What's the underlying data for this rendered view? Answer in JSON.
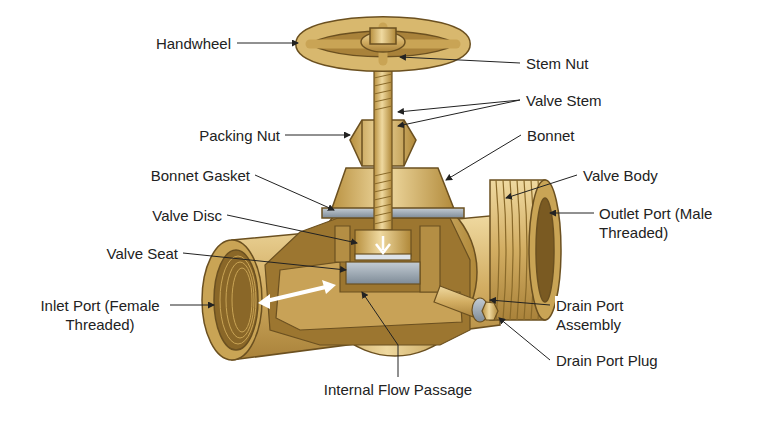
{
  "diagram": {
    "labels": [
      "Handwheel",
      "Stem Nut",
      "Valve Stem",
      "Packing Nut",
      "Bonnet",
      "Bonnet Gasket",
      "Valve Body",
      "Valve Disc",
      "Outlet Port (Male Threaded)",
      "Valve Seat",
      "Inlet Port (Female Threaded)",
      "Drain Port Assembly",
      "Drain Port Plug",
      "Internal Flow Passage"
    ]
  }
}
